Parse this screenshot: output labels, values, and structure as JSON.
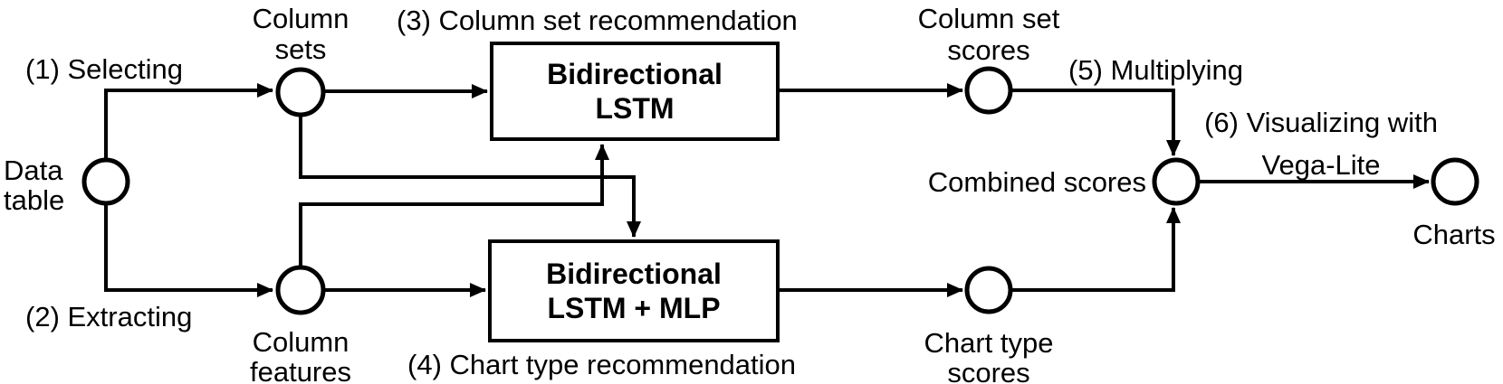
{
  "figure": {
    "colors": {
      "ink": "#000000",
      "background": "#ffffff"
    },
    "steps": {
      "s1": "(1) Selecting",
      "s2": "(2) Extracting",
      "s3": "(3) Column set recommendation",
      "s4": "(4) Chart type recommendation",
      "s5": "(5) Multiplying",
      "s6_line1": "(6) Visualizing with",
      "s6_line2": "Vega-Lite"
    },
    "nodes": {
      "data_table": {
        "line1": "Data",
        "line2": "table"
      },
      "column_sets": {
        "line1": "Column",
        "line2": "sets"
      },
      "column_features": {
        "line1": "Column",
        "line2": "features"
      },
      "column_set_scores": {
        "line1": "Column set",
        "line2": "scores"
      },
      "chart_type_scores": {
        "line1": "Chart type",
        "line2": "scores"
      },
      "combined_scores": {
        "label": "Combined scores"
      },
      "charts": {
        "label": "Charts"
      }
    },
    "models": {
      "lstm": {
        "line1": "Bidirectional",
        "line2": "LSTM"
      },
      "lstm_mlp": {
        "line1": "Bidirectional",
        "line2": "LSTM + MLP"
      }
    }
  }
}
